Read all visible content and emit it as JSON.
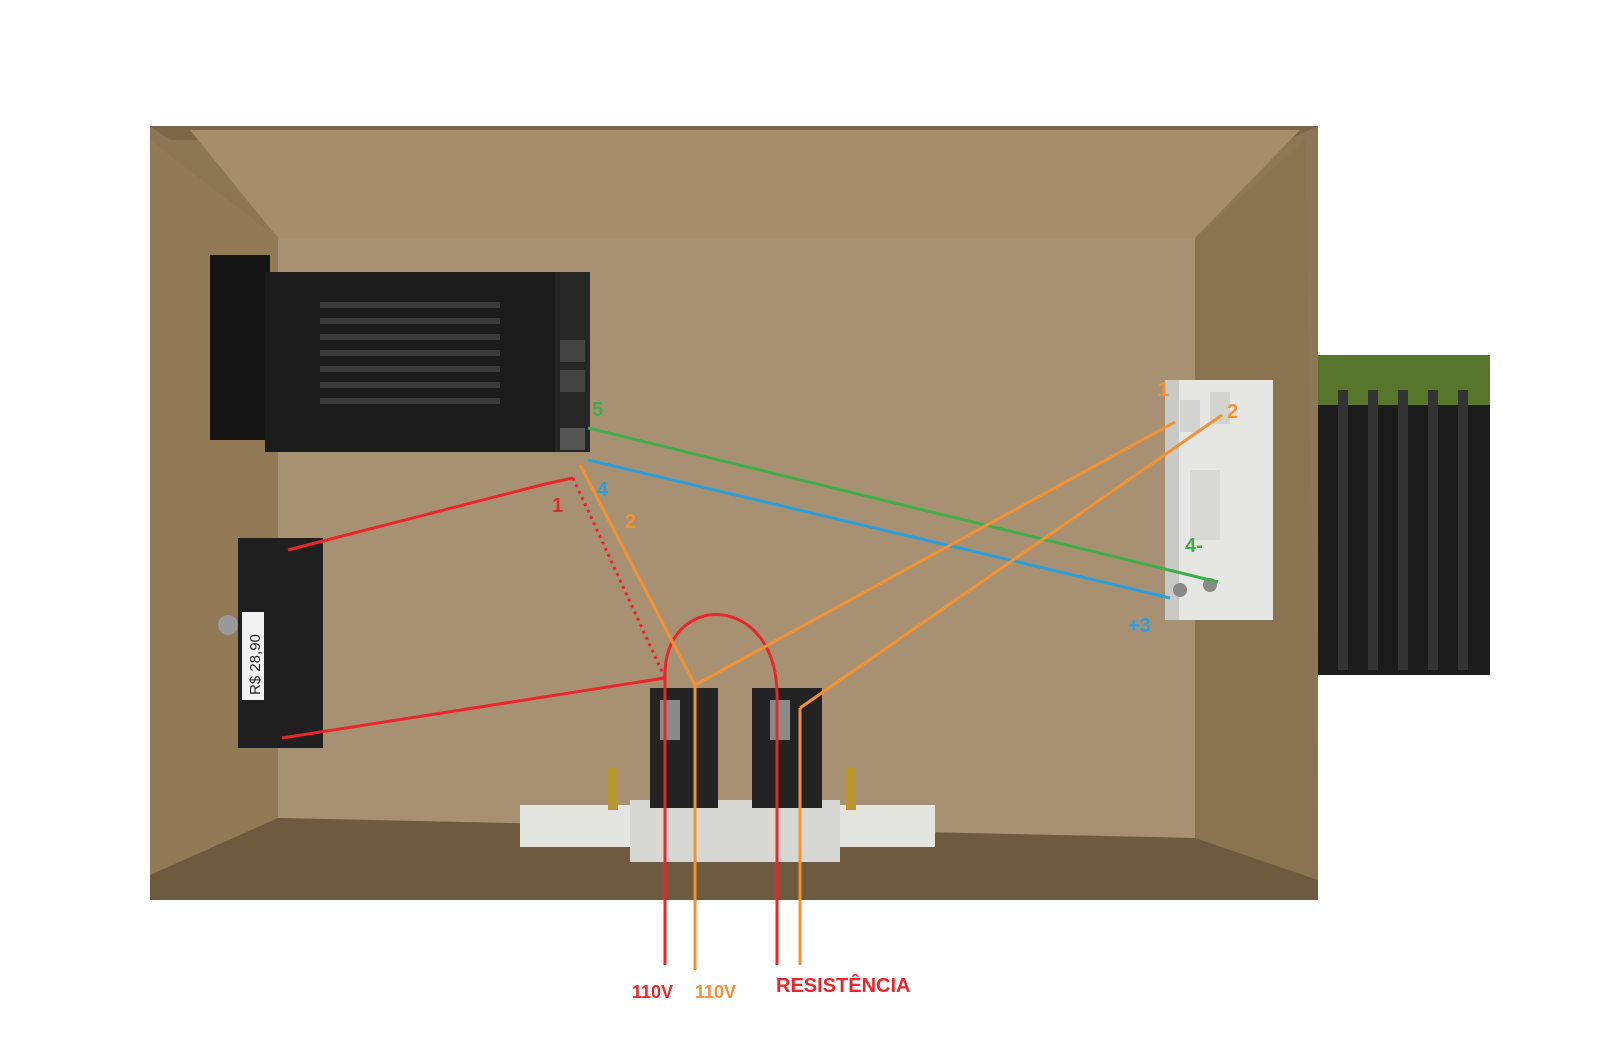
{
  "colors": {
    "red": "#e8262b",
    "orange": "#f39233",
    "green": "#3fae49",
    "blue": "#2a9fdc",
    "cardboard": "#9e8763",
    "cardboard_dark": "#6e5a3e",
    "device_black": "#1a1a1a",
    "relay_white": "#e6e6e4"
  },
  "components": {
    "controller": "temperature-controller",
    "relay": "solid-state-relay",
    "sensor": "temperature-sensor",
    "outlet": "power-socket"
  },
  "sensor_price_label": "R$ 28,90",
  "labels": {
    "ctrl_pin_5": "5",
    "ctrl_pin_4": "4",
    "ctrl_pin_1": "1",
    "ctrl_pin_2": "2",
    "ssr_pin_1": "1",
    "ssr_pin_2": "2",
    "ssr_pin_4": "4-",
    "ssr_pin_3": "+3",
    "mains_red": "110V",
    "mains_orange": "110V",
    "heater": "RESISTÊNCIA"
  }
}
